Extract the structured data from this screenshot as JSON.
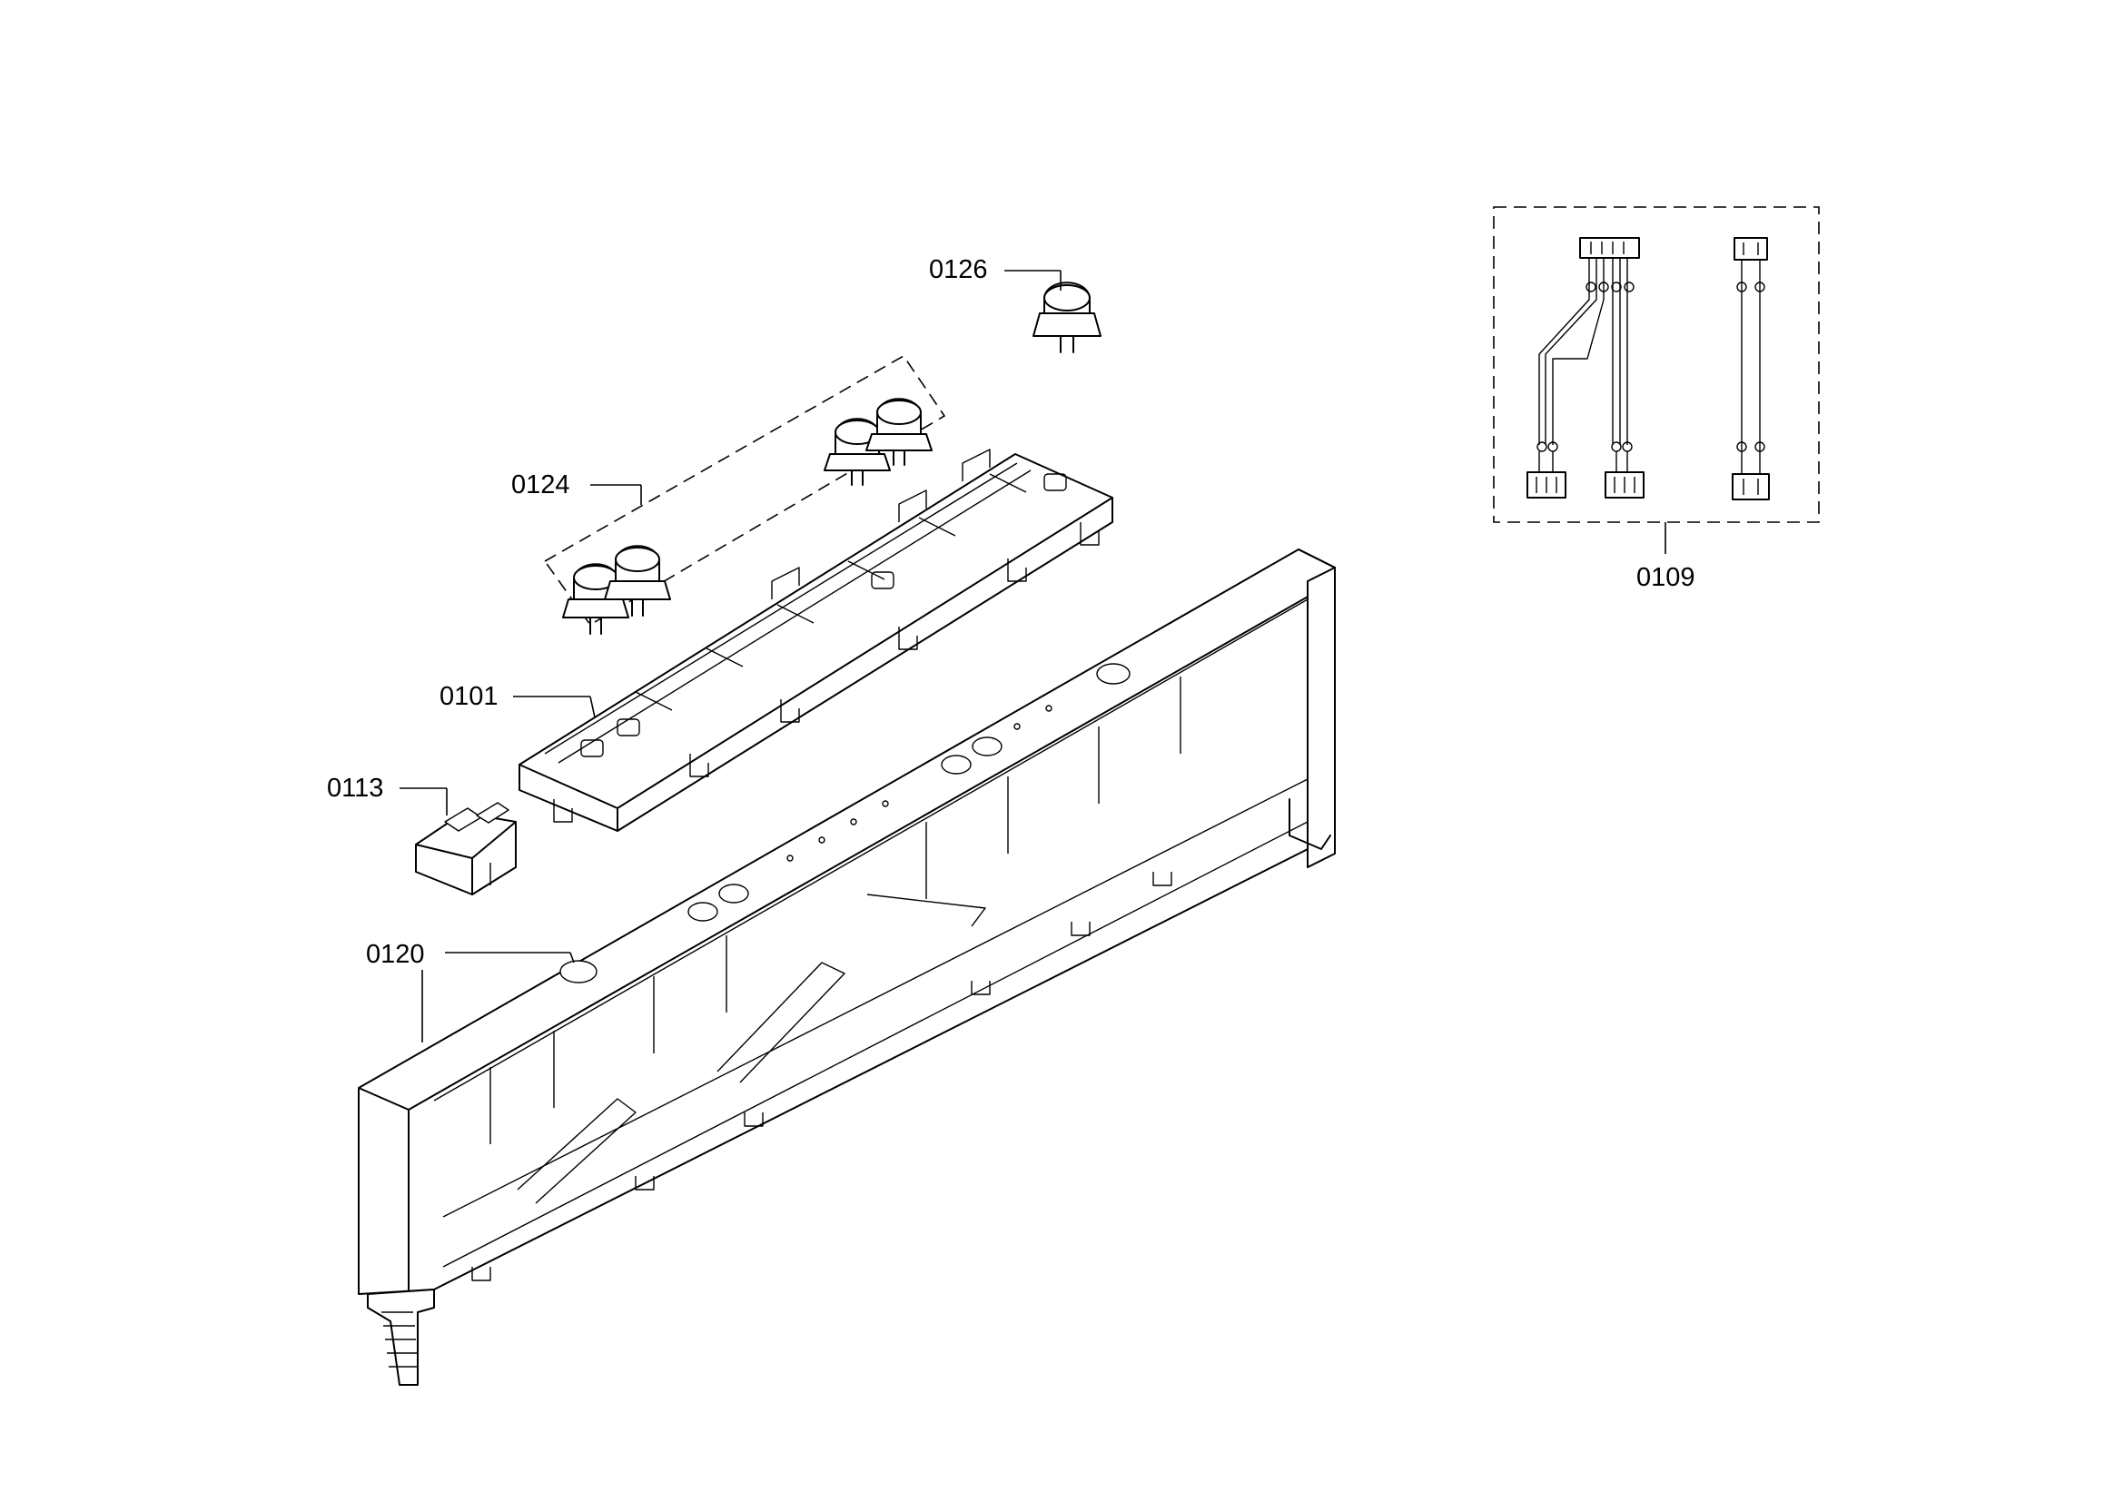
{
  "labels": {
    "p0126": "0126",
    "p0124": "0124",
    "p0101": "0101",
    "p0113": "0113",
    "p0120": "0120",
    "p0109": "0109"
  }
}
